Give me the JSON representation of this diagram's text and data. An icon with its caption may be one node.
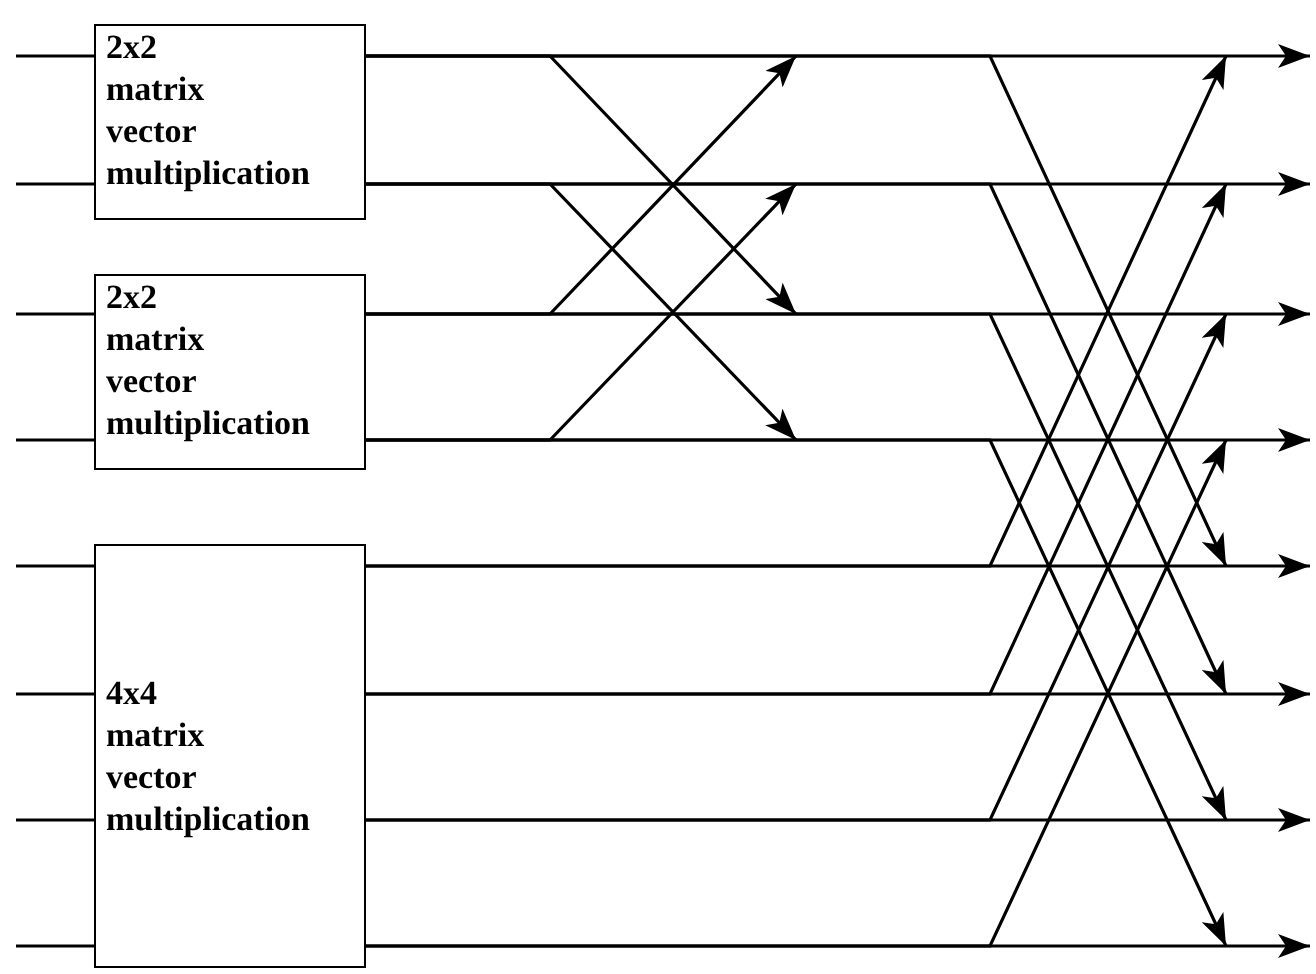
{
  "diagram": {
    "nodes": [
      {
        "text": [
          "2x2 matrix vector multiplication"
        ]
      },
      {
        "text": [
          "2x2 matrix vector multiplication"
        ]
      },
      {
        "text": [
          "4x4 matrix vector multiplication"
        ]
      }
    ],
    "edges": [
      {
        "from": null,
        "to": 0,
        "arrow": "none"
      },
      {
        "from": null,
        "to": 0,
        "arrow": "none"
      },
      {
        "from": null,
        "to": 1,
        "arrow": "none"
      },
      {
        "from": null,
        "to": 1,
        "arrow": "none"
      },
      {
        "from": null,
        "to": 2,
        "arrow": "none"
      },
      {
        "from": null,
        "to": 2,
        "arrow": "none"
      },
      {
        "from": null,
        "to": 2,
        "arrow": "none"
      },
      {
        "from": null,
        "to": 2,
        "arrow": "none"
      },
      {
        "from": 0,
        "to": null,
        "arrow": "to"
      },
      {
        "from": 0,
        "to": null,
        "arrow": "to"
      },
      {
        "from": 1,
        "to": null,
        "arrow": "to"
      },
      {
        "from": 1,
        "to": null,
        "arrow": "to"
      },
      {
        "from": 2,
        "to": null,
        "arrow": "to"
      },
      {
        "from": 2,
        "to": null,
        "arrow": "to"
      },
      {
        "from": 2,
        "to": null,
        "arrow": "to"
      },
      {
        "from": 2,
        "to": null,
        "arrow": "to"
      },
      {
        "from": 0,
        "to": null,
        "arrow": "to"
      },
      {
        "from": 0,
        "to": null,
        "arrow": "to"
      },
      {
        "from": 1,
        "to": null,
        "arrow": "to"
      },
      {
        "from": 1,
        "to": null,
        "arrow": "to"
      },
      {
        "from": 0,
        "to": null,
        "arrow": "to"
      },
      {
        "from": 0,
        "to": null,
        "arrow": "to"
      },
      {
        "from": 1,
        "to": null,
        "arrow": "to"
      },
      {
        "from": 1,
        "to": null,
        "arrow": "to"
      },
      {
        "from": 2,
        "to": null,
        "arrow": "to"
      },
      {
        "from": 2,
        "to": null,
        "arrow": "to"
      },
      {
        "from": 2,
        "to": null,
        "arrow": "to"
      },
      {
        "from": 2,
        "to": null,
        "arrow": "to"
      }
    ]
  }
}
